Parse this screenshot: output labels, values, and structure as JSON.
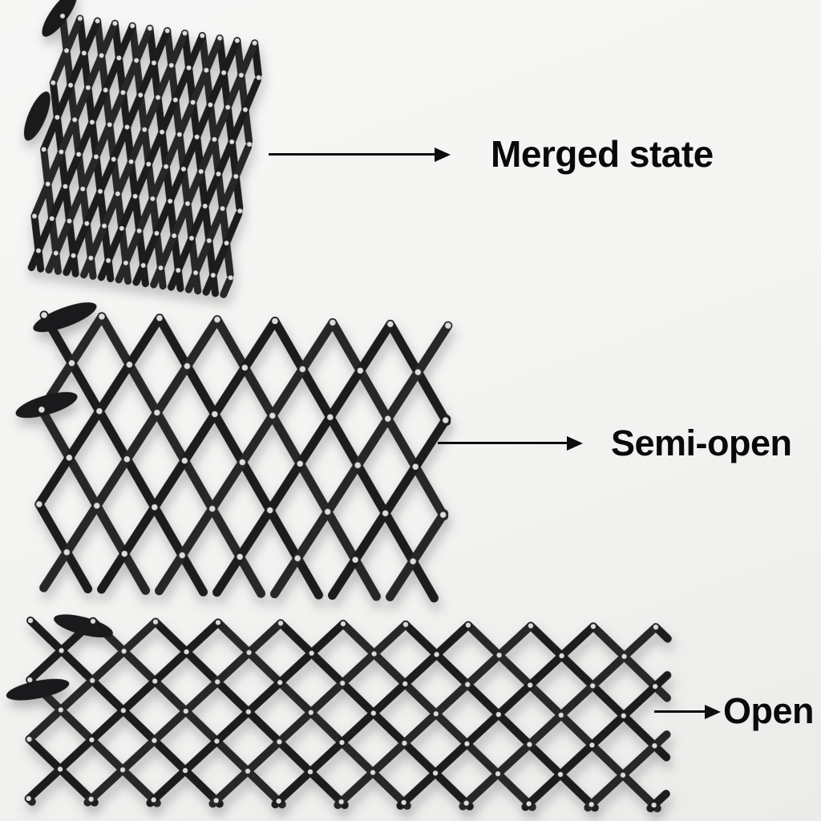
{
  "page": {
    "background_tone": "#f3f3f1",
    "ink": "#0d0d0d",
    "gate_color": "#1c1c1e",
    "rivet_color": "#dddddb"
  },
  "states": [
    {
      "id": "merged",
      "label": "Merged state"
    },
    {
      "id": "semi_open",
      "label": "Semi-open"
    },
    {
      "id": "open",
      "label": "Open"
    }
  ]
}
